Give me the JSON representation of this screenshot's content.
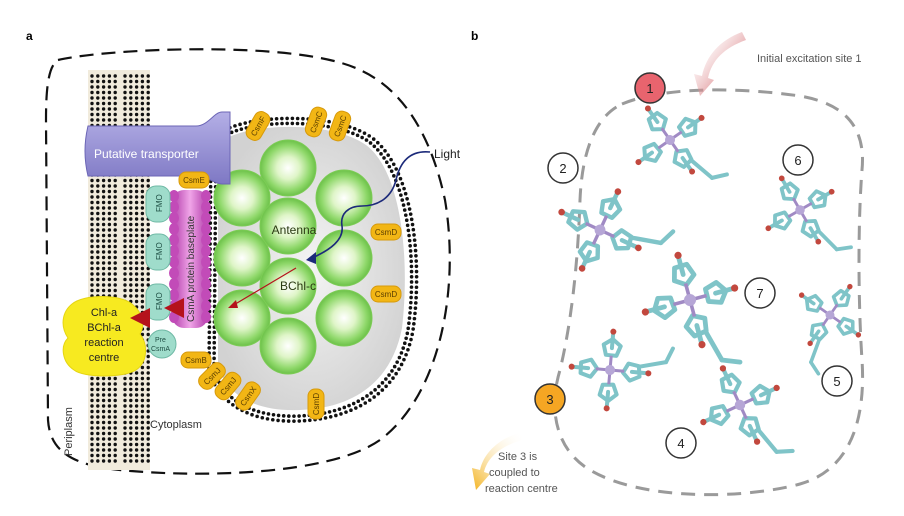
{
  "panel_a": {
    "label": "a",
    "transporter": "Putative transporter",
    "light": "Light",
    "antenna": "Antenna",
    "bchl_c": "BChl-c",
    "baseplate": "CsmA protein baseplate",
    "fmo": [
      "FMO",
      "FMO",
      "FMO"
    ],
    "reaction_centre": [
      "Chl-a",
      "BChl-a",
      "reaction",
      "centre"
    ],
    "pre_csma": [
      "Pre",
      "CsmA"
    ],
    "periplasm": "Periplasm",
    "cytoplasm": "Cytoplasm",
    "proteins_top": [
      "CsmF",
      "CsmC",
      "CsmC"
    ],
    "protein_csme": "CsmE",
    "proteins_right": [
      "CsmD",
      "CsmD"
    ],
    "proteins_bottom": [
      "CsmB",
      "CsmJ",
      "CsmJ",
      "CsmX",
      "CsmD"
    ],
    "colors": {
      "transporter": "#9b96d4",
      "antenna_sphere": "#8fd86a",
      "protein_yellow": "#f2b615",
      "baseplate": "#d564c8",
      "fmo": "#9fdccb",
      "reaction_centre": "#f7ea20",
      "arrow_red": "#b5121b",
      "light_line": "#1c2a7a"
    }
  },
  "panel_b": {
    "label": "b",
    "initial_site": "Initial excitation site 1",
    "site3_note": [
      "Site 3 is",
      "coupled to",
      "reaction centre"
    ],
    "sites": [
      "1",
      "2",
      "3",
      "4",
      "5",
      "6",
      "7"
    ],
    "colors": {
      "site1": "#e8646e",
      "site3": "#f5a623",
      "molecule": "#7fc4c8",
      "arrow_red": "#c0262d",
      "arrow_orange": "#f3b21c",
      "dashed": "#9a9a9a"
    }
  }
}
